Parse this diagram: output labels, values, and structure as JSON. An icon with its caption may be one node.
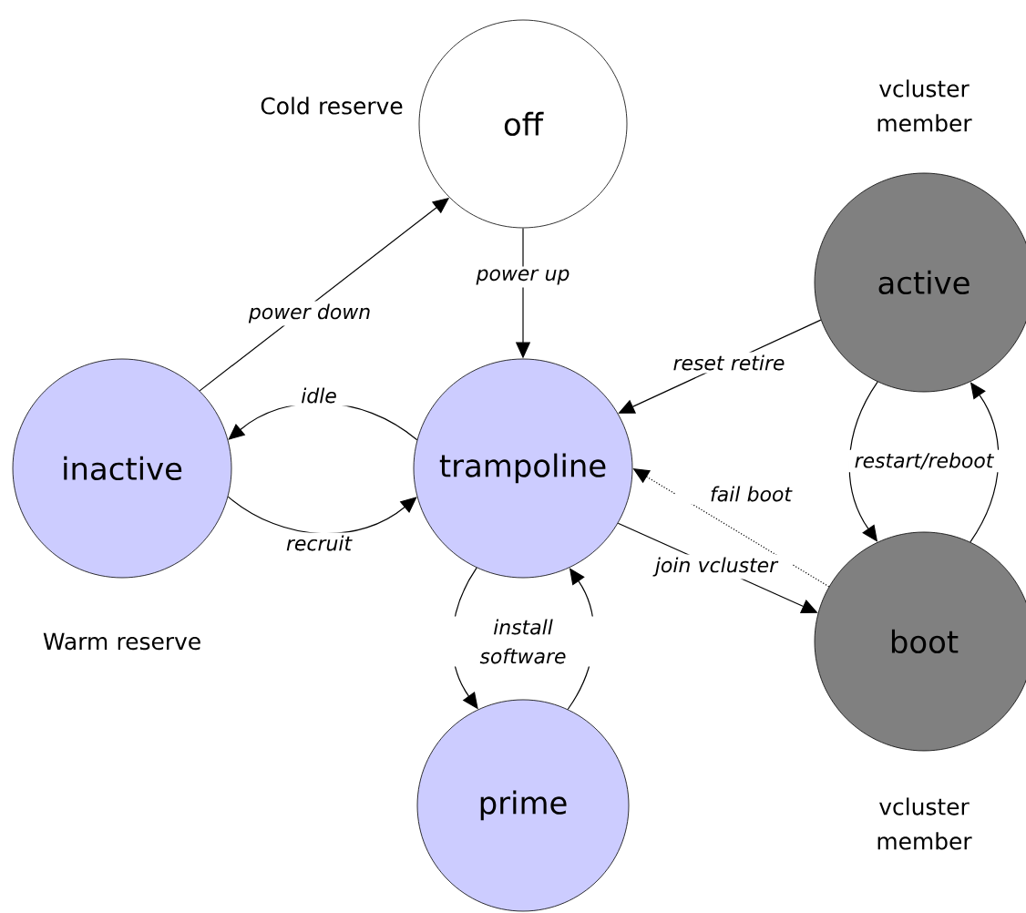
{
  "diagram": {
    "nodes": [
      {
        "text": [
          "off"
        ],
        "beside": [
          "Cold reserve"
        ]
      },
      {
        "text": [
          "inactive"
        ],
        "beside": [
          "Warm reserve"
        ]
      },
      {
        "text": [
          "trampoline"
        ]
      },
      {
        "text": [
          "active"
        ],
        "beside": [
          "vcluster member"
        ]
      },
      {
        "text": [
          "boot"
        ],
        "beside": [
          "vcluster member"
        ]
      },
      {
        "text": [
          "prime"
        ]
      }
    ],
    "edges": [
      {
        "from": 1,
        "to": 0,
        "arrow": "to",
        "label": "power down"
      },
      {
        "from": 0,
        "to": 2,
        "arrow": "to",
        "label": "power up"
      },
      {
        "from": 2,
        "to": 1,
        "arrow": "to",
        "label": "idle"
      },
      {
        "from": 1,
        "to": 2,
        "arrow": "to",
        "label": "recruit"
      },
      {
        "from": 3,
        "to": 2,
        "arrow": "to",
        "label": "reset retire"
      },
      {
        "from": 4,
        "to": 2,
        "arrow": "to",
        "label": "fail boot",
        "style": "dashed"
      },
      {
        "from": 2,
        "to": 4,
        "arrow": "to",
        "label": "join vcluster"
      },
      {
        "from": 3,
        "to": 4,
        "arrow": "to"
      },
      {
        "from": 4,
        "to": 3,
        "arrow": "to",
        "label": "restart/reboot"
      },
      {
        "from": 2,
        "to": 5,
        "arrow": "to",
        "label": "install software"
      },
      {
        "from": 5,
        "to": 2,
        "arrow": "to"
      }
    ]
  }
}
